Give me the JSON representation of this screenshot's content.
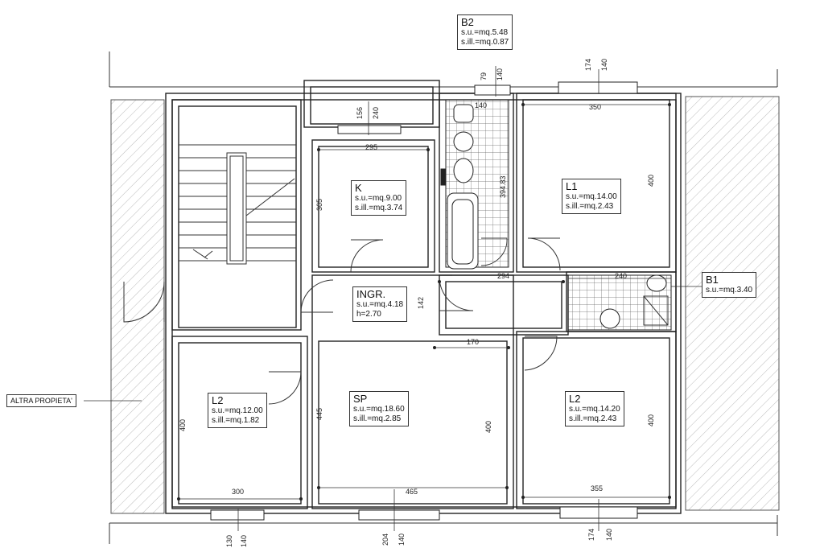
{
  "rooms": {
    "b2": {
      "name": "B2",
      "su": "s.u.=mq.5.48",
      "sill": "s.ill.=mq.0.87"
    },
    "k": {
      "name": "K",
      "su": "s.u.=mq.9.00",
      "sill": "s.ill.=mq.3.74"
    },
    "l1": {
      "name": "L1",
      "su": "s.u.=mq.14.00",
      "sill": "s.ill.=mq.2.43"
    },
    "b1": {
      "name": "B1",
      "su": "s.u.=mq.3.40"
    },
    "ingr": {
      "name": "INGR.",
      "su": "s.u.=mq.4.18",
      "h": "h=2.70"
    },
    "l2_left": {
      "name": "L2",
      "su": "s.u.=mq.12.00",
      "sill": "s.ill.=mq.1.82"
    },
    "sp": {
      "name": "SP",
      "su": "s.u.=mq.18.60",
      "sill": "s.ill.=mq.2.85"
    },
    "l2_right": {
      "name": "L2",
      "su": "s.u.=mq.14.20",
      "sill": "s.ill.=mq.2.43"
    }
  },
  "note": "ALTRA PROPIETA'",
  "dims": {
    "top_79": "79",
    "top_140a": "140",
    "top_174": "174",
    "top_140b": "140",
    "k_156": "156",
    "k_240": "240",
    "k_295": "295",
    "k_305": "305",
    "b2_140": "140",
    "b2_394": "394.83",
    "l1_350": "350",
    "l1_400": "400",
    "hall_294": "294",
    "hall_142": "142",
    "b1_240": "240",
    "sp_170": "170",
    "sp_445": "445",
    "sp_400": "400",
    "sp_465": "465",
    "l2l_400": "400",
    "l2l_300": "300",
    "l2r_400": "400",
    "l2r_355": "355",
    "bot_130": "130",
    "bot_140a": "140",
    "bot_204": "204",
    "bot_140b": "140",
    "bot_174": "174",
    "bot_140c": "140"
  }
}
